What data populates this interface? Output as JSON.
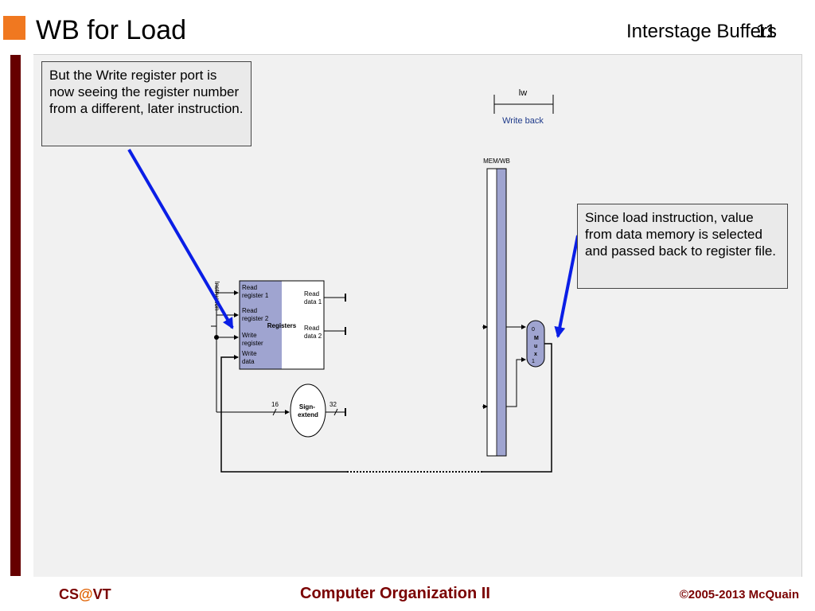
{
  "header": {
    "title": "WB for Load",
    "section": "Interstage Buffers",
    "slide_number": "11",
    "accent_color": "#f07820"
  },
  "callouts": {
    "write_register": "But the Write register port is now seeing the register number from a different, later instruction.",
    "load_value": "Since load instruction, value from data memory is selected and passed back to register file."
  },
  "diagram": {
    "stage_instruction": "lw",
    "stage_name": "Write back",
    "pipeline_register": "MEM/WB",
    "instruction_label": "Instruction",
    "registers": {
      "title": "Registers",
      "read_register_1": [
        "Read",
        "register 1"
      ],
      "read_register_2": [
        "Read",
        "register 2"
      ],
      "write_register": [
        "Write",
        "register"
      ],
      "write_data": [
        "Write",
        "data"
      ],
      "read_data_1": [
        "Read",
        "data 1"
      ],
      "read_data_2": [
        "Read",
        "data 2"
      ]
    },
    "sign_extend": [
      "Sign-",
      "extend"
    ],
    "bits_in": "16",
    "bits_out": "32",
    "mux": {
      "input_0": "0",
      "input_1": "1",
      "letters": [
        "M",
        "u",
        "x"
      ]
    },
    "colors": {
      "highlight": "#9fa4d0",
      "arrow": "#0a1ee6"
    }
  },
  "footer": {
    "left_prefix": "CS",
    "left_at": "@",
    "left_suffix": "VT",
    "center": "Computer Organization II",
    "right": "©2005-2013 McQuain"
  }
}
